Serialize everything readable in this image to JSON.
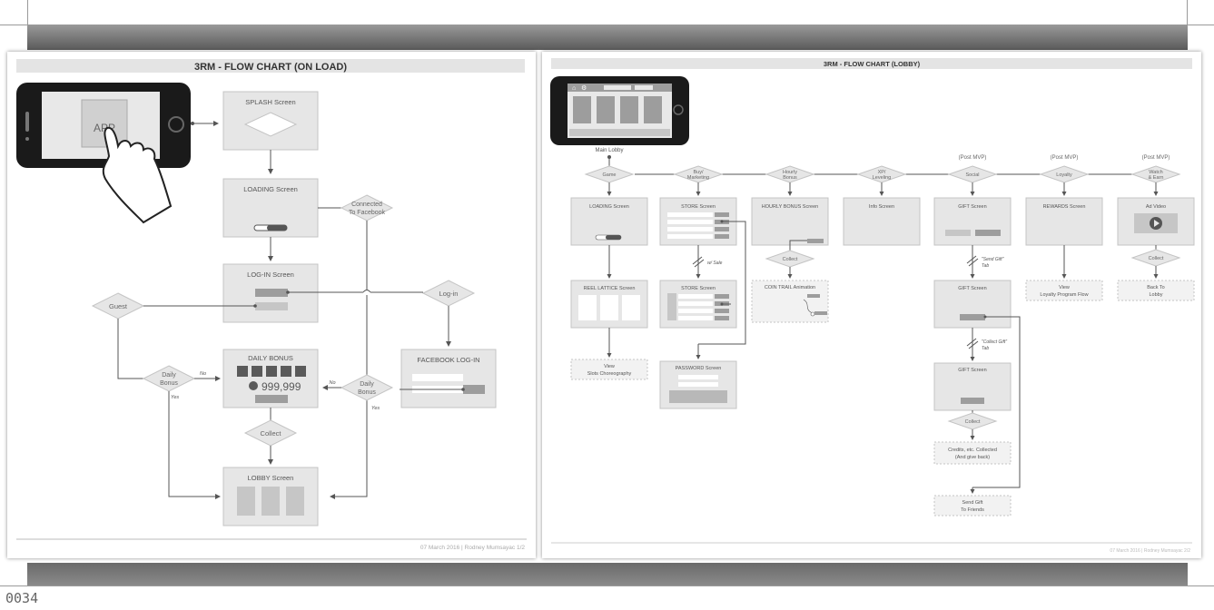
{
  "page_code": "0034",
  "left_panel": {
    "title": "3RM - FLOW CHART (ON LOAD)",
    "footer": "07 March 2016 | Rodney Mumsayac  1/2",
    "phone_app_label": "APP",
    "splash": "SPLASH Screen",
    "loading": "LOADING Screen",
    "connected": [
      "Connected",
      "To Facebook"
    ],
    "login": "LOG-IN Screen",
    "guest": "Guest",
    "login_decision": "Log-in",
    "daily_bonus_screen": "DAILY BONUS",
    "bonus_value": "999,999",
    "daily_bonus_decision": [
      "Daily",
      "Bonus"
    ],
    "no_label": "No",
    "yes_label": "Yes",
    "facebook_login": "FACEBOOK LOG-IN",
    "collect": "Collect",
    "lobby": "LOBBY Screen"
  },
  "right_panel": {
    "title": "3RM - FLOW CHART (LOBBY)",
    "footer": "07 March 2016 | Rodney Mumsayac  2/2",
    "main_lobby": "Main Lobby",
    "post_mvp": "(Post MVP)",
    "branches": [
      {
        "decision": [
          "Game"
        ],
        "screen": "LOADING Screen"
      },
      {
        "decision": [
          "Buy/",
          "Marketing"
        ],
        "screen": "STORE Screen"
      },
      {
        "decision": [
          "Hourly",
          "Bonus"
        ],
        "screen": "HOURLY BONUS Screen"
      },
      {
        "decision": [
          "XP/",
          "Leveling"
        ],
        "screen": "Info Screen"
      },
      {
        "decision": [
          "Social"
        ],
        "screen": "GIFT Screen"
      },
      {
        "decision": [
          "Loyalty"
        ],
        "screen": "REWARDS Screen"
      },
      {
        "decision": [
          "Watch",
          "& Earn"
        ],
        "screen": "Ad Video"
      }
    ],
    "reel_lattice": "REEL LATTICE Screen",
    "view_slots": [
      "View",
      "Slots Choreography"
    ],
    "w_sale": "w/ Sale",
    "store_screen_2": "STORE Screen",
    "password_screen": "PASSWORD Screen",
    "collect": "Collect",
    "coin_trail": "COIN TRAIL Animation",
    "send_gift_tab": [
      "\"Send Gift\"",
      "Tab"
    ],
    "gift_screen_2": "GIFT Screen",
    "collect_gift_tab": [
      "\"Collect Gift\"",
      "Tab"
    ],
    "gift_screen_3": "GIFT Screen",
    "credits_collected": [
      "Credits, etc. Collected",
      "(And give back)"
    ],
    "send_gift_friends": [
      "Send Gift",
      "To Friends"
    ],
    "view_loyalty": [
      "View",
      "Loyalty Program Flow"
    ],
    "back_to_lobby": [
      "Back To",
      "Lobby"
    ]
  },
  "colors": {
    "panel_title_bg": "#e4e4e4",
    "box_fill": "#e6e6e6",
    "box_stroke": "#c4c4c4",
    "dark_element": "#5a5a5a",
    "mid_element": "#9d9d9d",
    "line": "#555555"
  }
}
